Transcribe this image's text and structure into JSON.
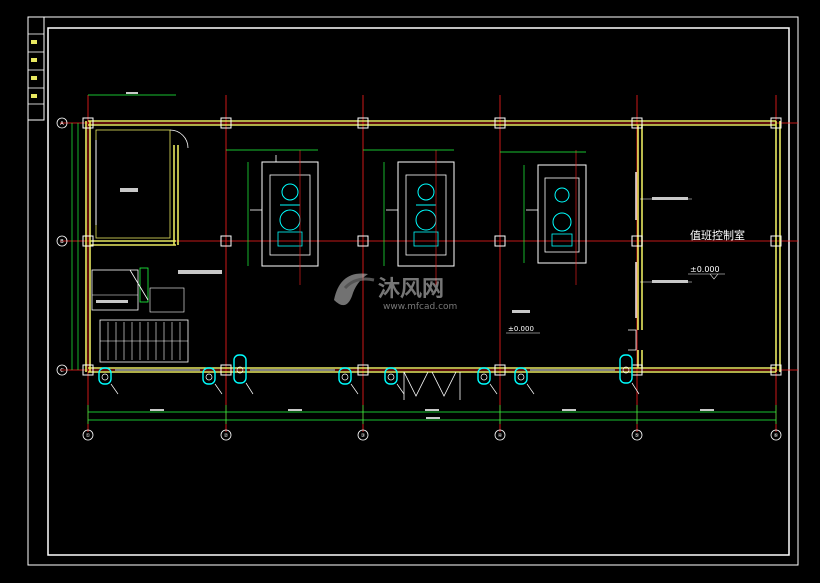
{
  "drawing": {
    "room_labels": {
      "control_room": "值班控制室",
      "elevation_right": "±0.000",
      "elevation_mid": "±0.000"
    },
    "axis_labels": {
      "columns": [
        "①",
        "②",
        "③",
        "④",
        "⑤",
        "⑥"
      ],
      "rows": [
        "A",
        "B",
        "C"
      ]
    },
    "colors": {
      "background": "#000000",
      "border": "#ffffff",
      "axis_red": "#ff2020",
      "wall_yellow": "#e8e860",
      "dim_green": "#20ff40",
      "equipment_cyan": "#00ffff",
      "equipment_white": "#ffffff",
      "grid_white": "#c8c8c8"
    }
  },
  "watermark": {
    "brand": "沐风网",
    "url": "www.mfcad.com",
    "logo_icon": "mf-logo-icon"
  }
}
